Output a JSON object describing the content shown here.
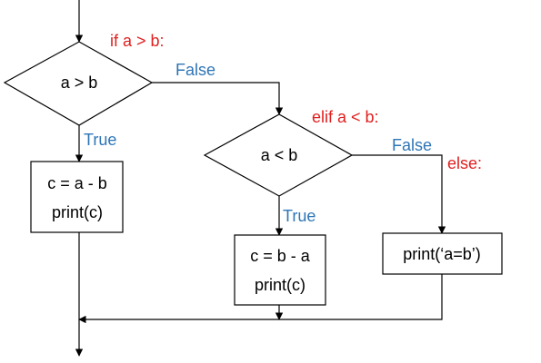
{
  "colors": {
    "branch": "#2e75b6",
    "clause": "#e02020",
    "line": "#000000",
    "fill": "#ffffff"
  },
  "clauses": {
    "if": "if a > b:",
    "elif": "elif a < b:",
    "else": "else:"
  },
  "decisions": {
    "first": "a > b",
    "second": "a < b"
  },
  "branches": {
    "first_false": "False",
    "first_true": "True",
    "second_false": "False",
    "second_true": "True"
  },
  "boxes": {
    "box1": {
      "line1": "c = a - b",
      "line2": "print(c)"
    },
    "box2": {
      "line1": "c = b - a",
      "line2": "print(c)"
    },
    "box3": {
      "line1": "print(‘a=b’)"
    }
  }
}
